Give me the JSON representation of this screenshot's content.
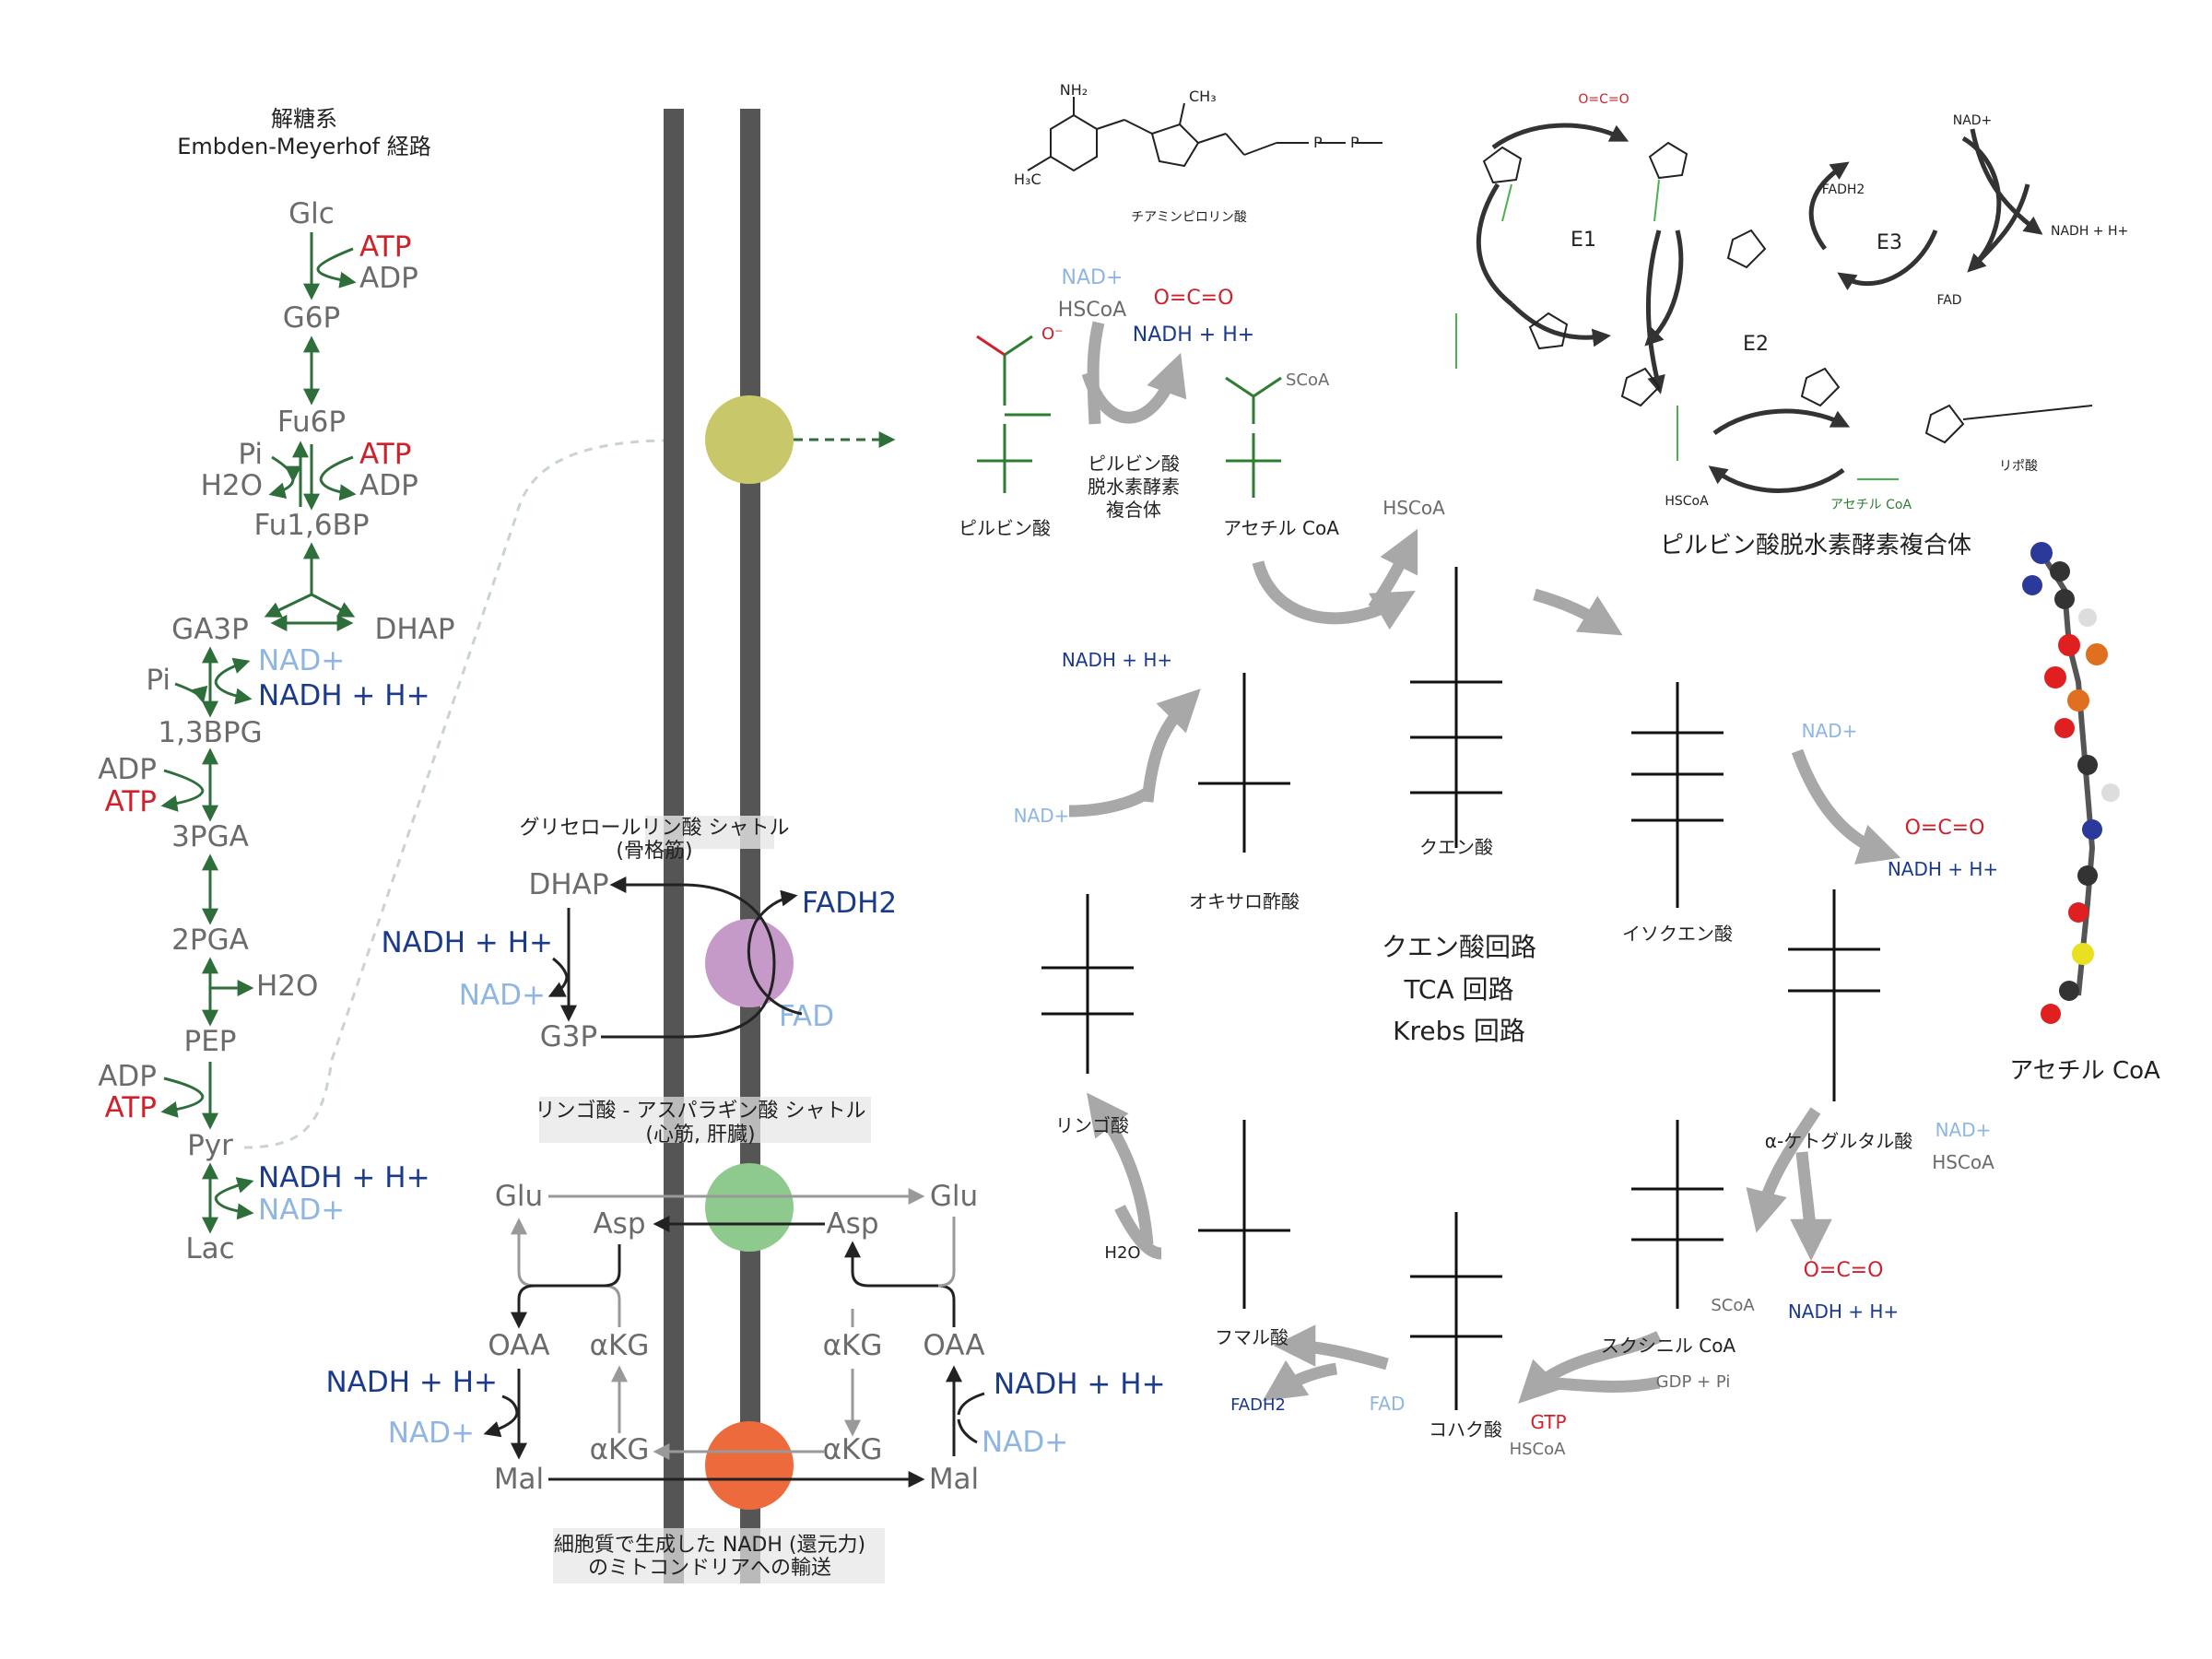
{
  "glycolysis": {
    "title_jp": "解糖系",
    "title_en": "Embden-Meyerhof 経路",
    "glc": "Glc",
    "atp1": "ATP",
    "adp1": "ADP",
    "g6p": "G6P",
    "fu6p": "Fu6P",
    "pi1": "Pi",
    "h2o1": "H2O",
    "atp2": "ATP",
    "adp2": "ADP",
    "fu16bp": "Fu1,6BP",
    "ga3p": "GA3P",
    "dhap": "DHAP",
    "pi2": "Pi",
    "nad1": "NAD+",
    "nadh1": "NADH + H+",
    "bpg": "1,3BPG",
    "adp3": "ADP",
    "atp3": "ATP",
    "pga3": "3PGA",
    "pga2": "2PGA",
    "h2o2": "H2O",
    "pep": "PEP",
    "adp4": "ADP",
    "atp4": "ATP",
    "pyr": "Pyr",
    "nadh2": "NADH + H+",
    "nad2": "NAD+",
    "lac": "Lac"
  },
  "shuttle1": {
    "title": "グリセロールリン酸 シャトル",
    "subtitle": "(骨格筋)",
    "dhap": "DHAP",
    "g3p": "G3P",
    "nadh": "NADH + H+",
    "nad": "NAD+",
    "fadh2": "FADH2",
    "fad": "FAD"
  },
  "shuttle2": {
    "title": "リンゴ酸 - アスパラギン酸 シャトル",
    "subtitle": "(心筋, 肝臓)",
    "glu_l": "Glu",
    "asp_l": "Asp",
    "oaa_l": "OAA",
    "akg_l1": "αKG",
    "akg_l2": "αKG",
    "mal_l": "Mal",
    "nadh_l": "NADH + H+",
    "nad_l": "NAD+",
    "glu_r": "Glu",
    "asp_r": "Asp",
    "akg_r1": "αKG",
    "akg_r2": "αKG",
    "oaa_r": "OAA",
    "mal_r": "Mal",
    "nadh_r": "NADH + H+",
    "nad_r": "NAD+",
    "caption1": "細胞質で生成した NADH (還元力)",
    "caption2": "のミトコンドリアへの輸送"
  },
  "pdh": {
    "tpp": "チアミンピロリン酸",
    "nad": "NAD+",
    "hscoa": "HSCoA",
    "co2": "O=C=O",
    "nadh": "NADH + H+",
    "enzyme1": "ピルビン酸",
    "enzyme2": "脱水素酵素",
    "enzyme3": "複合体",
    "pyruvate": "ピルビン酸",
    "scoa": "SCoA",
    "acetylcoa": "アセチル CoA",
    "e1": "E1",
    "e2": "E2",
    "e3": "E3",
    "nad_r": "NAD+",
    "nadh_r": "NADH + H+",
    "fadh2": "FADH2",
    "fad": "FAD",
    "hscoa_r": "HSCoA",
    "acetylcoa_small": "アセチル CoA",
    "lipoate": "リポ酸",
    "complex_title": "ピルビン酸脱水素酵素複合体"
  },
  "tca": {
    "center1": "クエン酸回路",
    "center2": "TCA 回路",
    "center3": "Krebs 回路",
    "hscoa_top": "HSCoA",
    "citrate": "クエン酸",
    "isocitrate": "イソクエン酸",
    "nad1": "NAD+",
    "co2_1": "O=C=O",
    "nadh1": "NADH + H+",
    "akg": "α-ケトグルタル酸",
    "nad2": "NAD+",
    "hscoa2": "HSCoA",
    "co2_2": "O=C=O",
    "nadh2": "NADH + H+",
    "succinylcoa": "スクシニル CoA",
    "scoa": "SCoA",
    "gdp": "GDP + Pi",
    "gtp": "GTP",
    "hscoa3": "HSCoA",
    "succinate": "コハク酸",
    "fad": "FAD",
    "fadh2": "FADH2",
    "fumarate": "フマル酸",
    "h2o": "H2O",
    "malate": "リンゴ酸",
    "oxaloacetate": "オキサロ酢酸",
    "nad3": "NAD+",
    "nadh3": "NADH + H+"
  },
  "model": {
    "label": "アセチル CoA"
  },
  "colors": {
    "membrane": "#555555",
    "shuttle_yellow": "#c8c86a",
    "shuttle_purple": "#c69ac8",
    "shuttle_green": "#8ec98e",
    "shuttle_orange": "#ec6a3c",
    "arrow_green": "#2e6e3a",
    "arrow_gray": "#a8a8a8"
  }
}
